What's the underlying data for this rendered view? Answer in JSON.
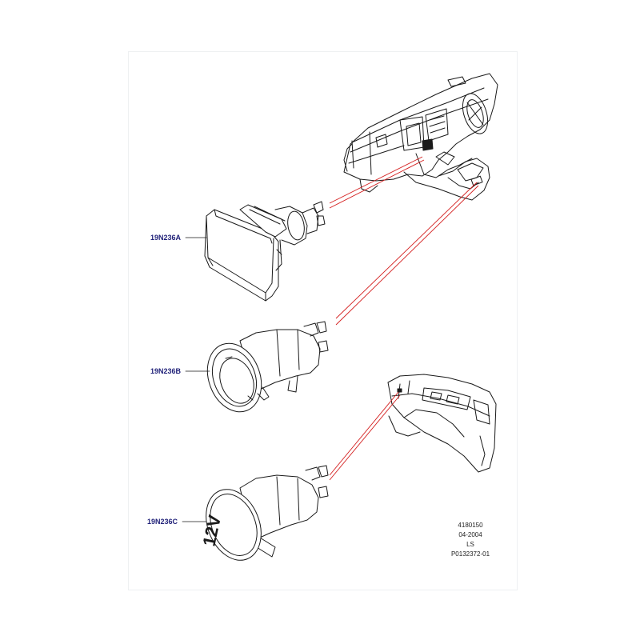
{
  "callouts": {
    "a": "19N236A",
    "b": "19N236B",
    "c": "19N236C"
  },
  "socket_c_marking": "12V",
  "reference": {
    "number": "4180150",
    "date": "04-2004",
    "code": "LS",
    "part_ref": "P0132372-01"
  },
  "colors": {
    "leader_line": "#d41e1e",
    "callout_text": "#22237a",
    "outline": "#1a1a1a"
  }
}
